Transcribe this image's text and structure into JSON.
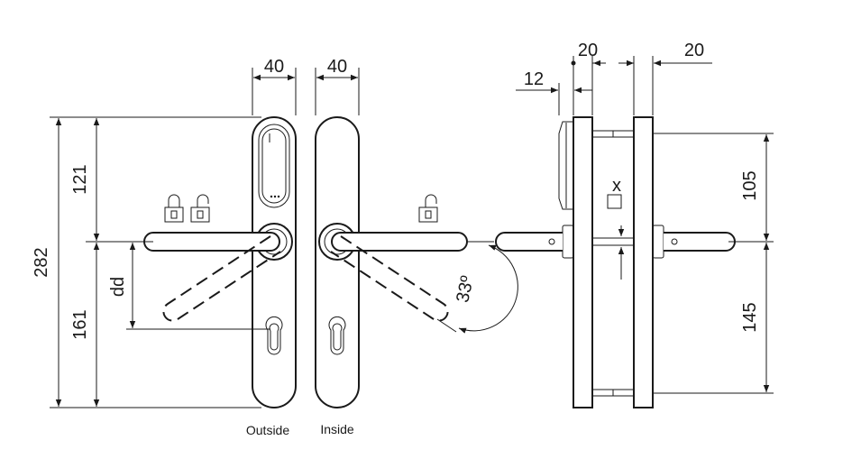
{
  "drawing": {
    "front": {
      "outside_caption": "Outside",
      "inside_caption": "Inside",
      "width_outside": "40",
      "width_inside": "40",
      "height_total": "282",
      "height_upper": "121",
      "height_lower": "161",
      "dd_label": "dd",
      "angle_label": "33º"
    },
    "side": {
      "dim_20_left": "20",
      "dim_20_right": "20",
      "dim_12": "12",
      "x_label": "x",
      "dim_105": "105",
      "dim_145": "145"
    }
  }
}
